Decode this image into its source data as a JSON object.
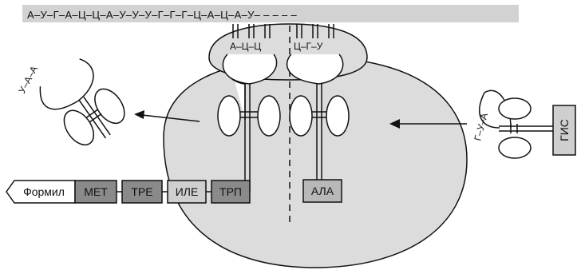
{
  "mrna": {
    "sequence": "А–У–Г–А–Ц–Ц–А–У–У–У–Г–Г–Г–Ц–А–Ц–А–У– – – – –"
  },
  "ribosome": {
    "p_site_anticodon": "А–Ц–Ц",
    "a_site_anticodon": "Ц–Г–У"
  },
  "peptide_chain": [
    {
      "label": "Формил",
      "fill": "#ffffff"
    },
    {
      "label": "МЕТ",
      "fill": "#8a8a8a"
    },
    {
      "label": "ТРЕ",
      "fill": "#8a8a8a"
    },
    {
      "label": "ИЛЕ",
      "fill": "#cfcfcf"
    },
    {
      "label": "ТРП",
      "fill": "#8a8a8a"
    }
  ],
  "a_site_amino_acid": {
    "label": "АЛА",
    "fill": "#b8b8b8"
  },
  "departing_trna": {
    "anticodon": "У–А–А"
  },
  "incoming_trna": {
    "anticodon": "Г–У–А",
    "amino_acid": "ГИС"
  },
  "colors": {
    "ribosome": "#dcdcdc",
    "mrna_band": "#d2d2d2",
    "outline": "#111111"
  }
}
